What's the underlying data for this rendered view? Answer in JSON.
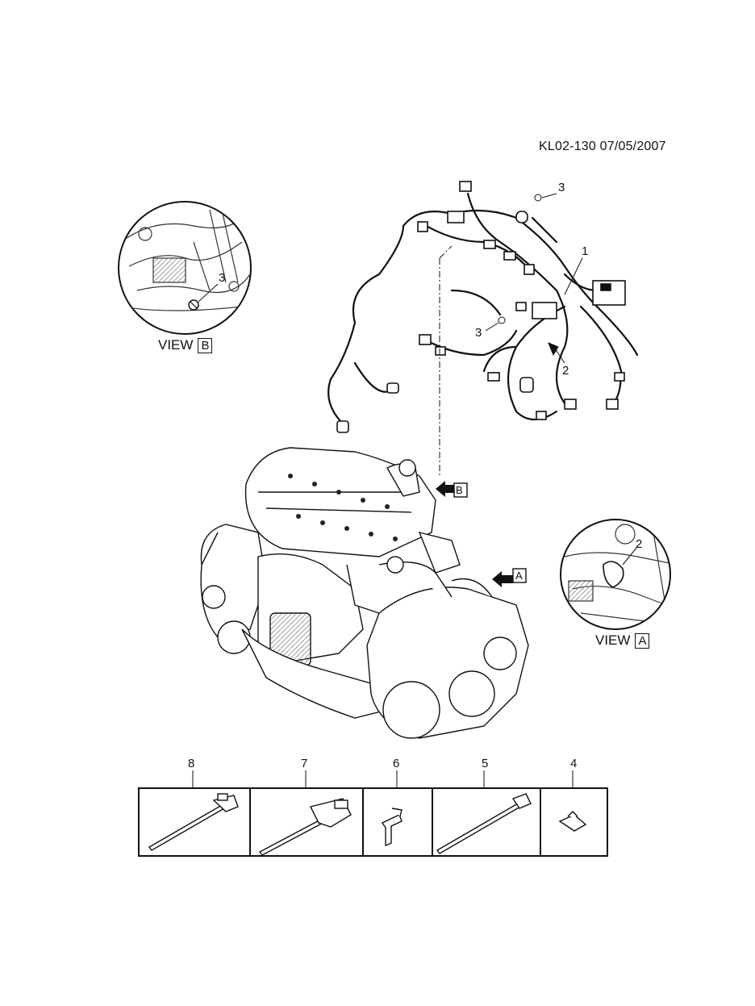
{
  "doc_id": "KL02-130  07/05/2007",
  "views": {
    "b": {
      "word": "VIEW",
      "letter": "B"
    },
    "a": {
      "word": "VIEW",
      "letter": "A"
    }
  },
  "arrows": {
    "b": "B",
    "a": "A"
  },
  "callouts": {
    "harness": "1",
    "clip_main": "2",
    "bolt_top": "3",
    "bolt_mid": "3",
    "bolt_view_b": "3",
    "clip_view_a": "2"
  },
  "parts_strip": [
    {
      "num": "8"
    },
    {
      "num": "7"
    },
    {
      "num": "6"
    },
    {
      "num": "5"
    },
    {
      "num": "4"
    }
  ]
}
